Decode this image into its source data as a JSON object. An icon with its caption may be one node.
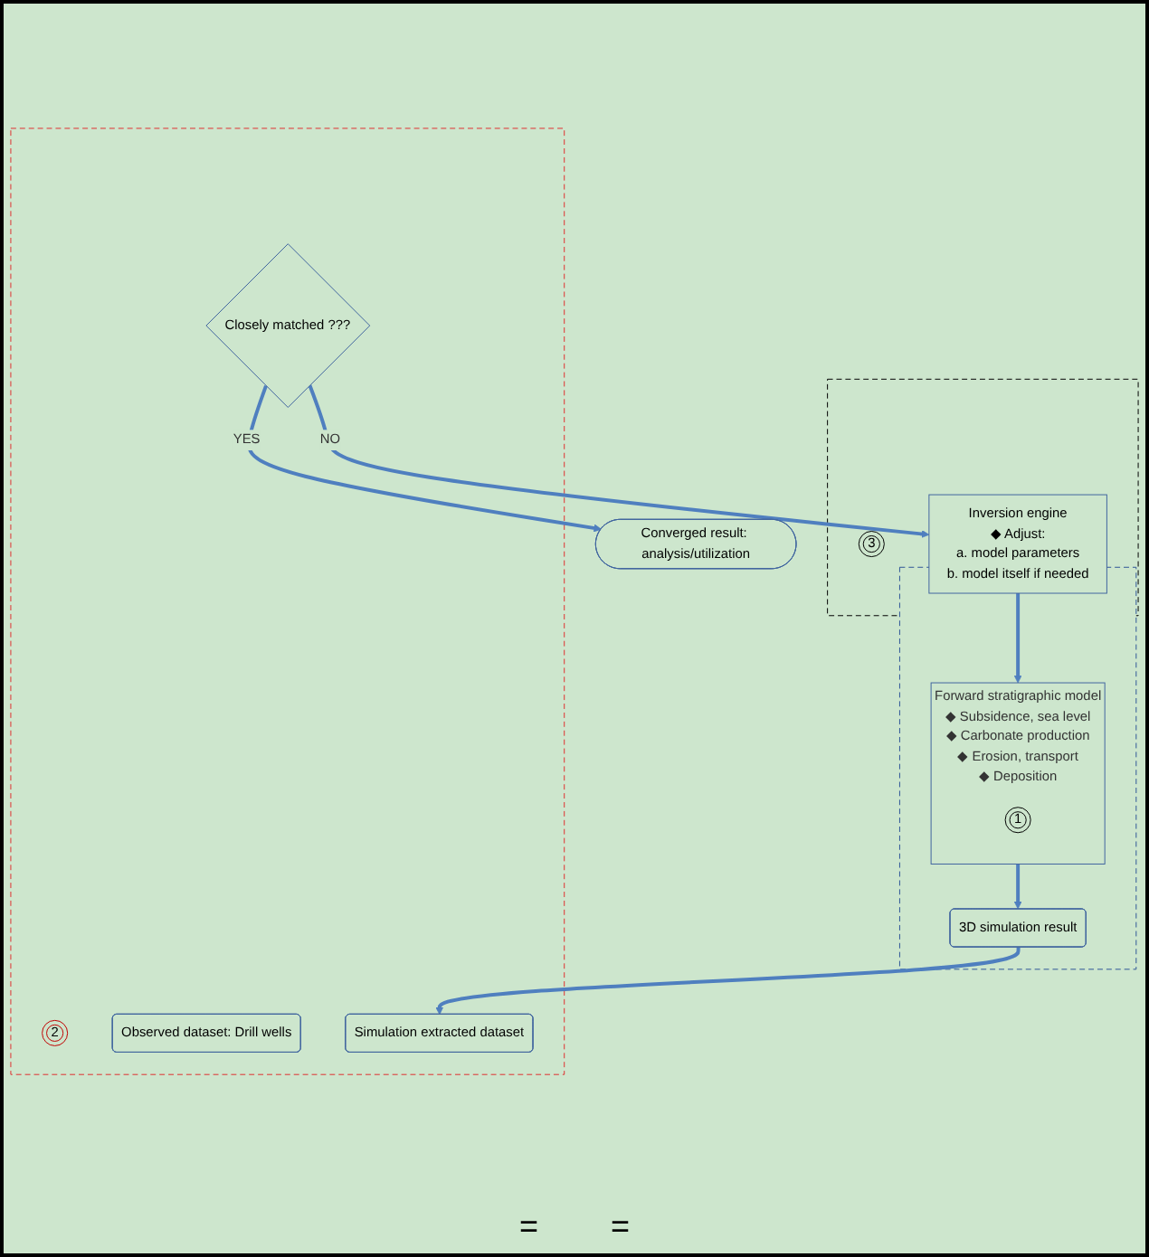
{
  "diagram": {
    "nodes": [
      {
        "text": [],
        "shape": "box"
      },
      {
        "text": [
          "Forward stratigraphic model",
          "◆ Subsidence, sea level",
          "◆ Carbonate production",
          "◆ Erosion, transport",
          "◆ Deposition"
        ],
        "in": 0
      },
      {
        "text": [
          "1"
        ],
        "in": 1
      },
      {
        "text": [
          "3D simulation result"
        ],
        "in": 0
      },
      {
        "text": [],
        "shape": "box"
      },
      {
        "text": [
          "3"
        ],
        "in": 4
      },
      {
        "text": [
          "Inversion engine",
          "◆ Adjust:",
          "a. model parameters",
          "b. model itself if needed"
        ],
        "in": 4
      },
      {
        "text": [],
        "shape": "box"
      },
      {
        "text": [
          "2"
        ],
        "in": 7
      },
      {
        "text": [
          "Observed dataset: Drill wells"
        ],
        "in": 7
      },
      {
        "text": [
          "Closely matched ???"
        ],
        "in": 7
      },
      {
        "text": [
          "Simulation extracted dataset"
        ],
        "in": 7
      },
      {
        "text": [
          "Converged result: analysis/utilization"
        ]
      }
    ],
    "edges": [
      {
        "from": 1,
        "to": 3,
        "arrow": "to"
      },
      {
        "from": 3,
        "to": 11,
        "arrow": "to"
      },
      {
        "from": 10,
        "to": 6,
        "arrow": "to",
        "label": "NO"
      },
      {
        "from": 6,
        "to": 1,
        "arrow": "to"
      },
      {
        "from": 10,
        "to": 12,
        "arrow": "to",
        "label": "YES"
      }
    ],
    "labels": [
      "=",
      "="
    ]
  }
}
